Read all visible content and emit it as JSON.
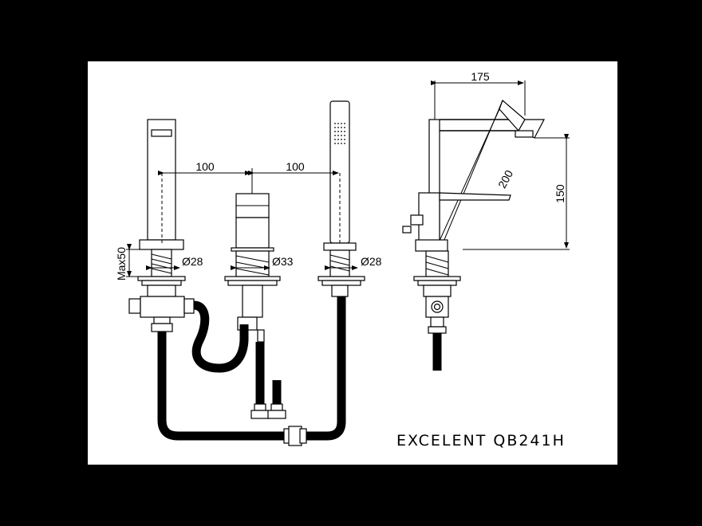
{
  "diagram": {
    "model_label": "EXCELENT QB241H",
    "front_view": {
      "spacing_left": "100",
      "spacing_right": "100",
      "diameter_spout": "Ø28",
      "diameter_valve": "Ø33",
      "diameter_shower": "Ø28",
      "max_deck": "Max50"
    },
    "side_view": {
      "reach": "175",
      "spout_length": "200",
      "height": "150"
    }
  },
  "colors": {
    "background": "#000000",
    "sheet": "#ffffff",
    "ink": "#000000"
  }
}
